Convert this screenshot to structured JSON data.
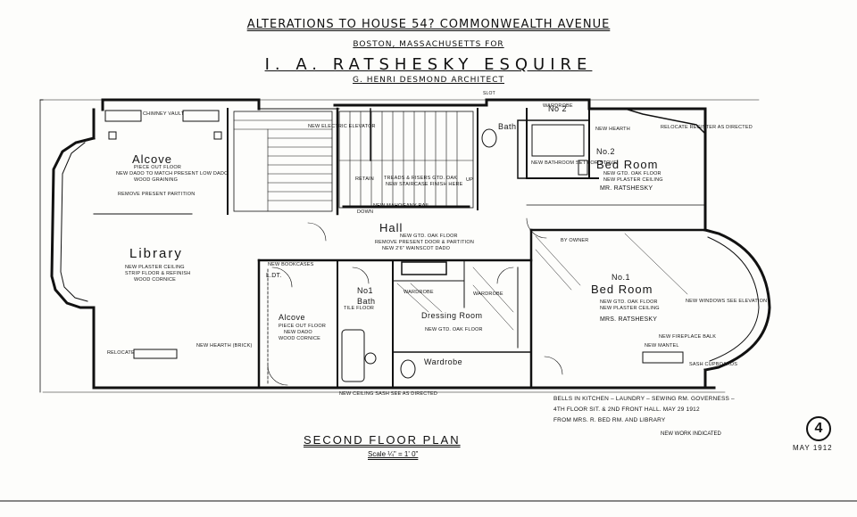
{
  "title": {
    "line1": "Alterations to House 54? Commonwealth Avenue",
    "line2": "Boston, Massachusetts   for",
    "line3": "I. A. Ratshesky Esquire",
    "line4": "G. Henri Desmond Architect"
  },
  "rooms": {
    "alcove_top": "Alcove",
    "library": "Library",
    "hall": "Hall",
    "bath2": "Bath",
    "no2": "No 2",
    "bedroom2_no": "No.2",
    "bedroom2": "Bed Room",
    "bedroom2_owner": "Mr. Ratshesky",
    "bedroom1_no": "No.1",
    "bedroom1": "Bed Room",
    "bedroom1_owner": "Mrs. Ratshesky",
    "bath1_no": "No1",
    "bath1": "Bath",
    "alcove_bottom": "Alcove",
    "dressing": "Dressing Room",
    "wardrobe_bottom": "Wardrobe",
    "wardrobe_left": "Wardrobe",
    "wardrobe_right": "Wardrobe",
    "wardrobe_top": "Wardrobe"
  },
  "annotations": {
    "chimney": "Chimney Vault",
    "new_elevator": "New Electric Elevator",
    "alcove_note1": "Piece out floor",
    "alcove_note2": "New dado to match present low dado",
    "alcove_note3": "Wood graining",
    "remove_partition": "Remove present partition",
    "library_ceiling": "New plaster ceiling",
    "library_floor": "Strip floor & refinish",
    "library_cornice": "Wood cornice",
    "new_stairs": "Treads & risers gtd. oak",
    "new_staircase": "New staircase finish here",
    "mahogany_rail": "New mahogany rail",
    "hall_floor": "New gtd. oak floor",
    "remove_door": "Remove present door & partition",
    "new_wainscot": "New 2'6\" wainscot dado",
    "new_bathroom": "New bathroom set for stove",
    "new_hearth": "New hearth",
    "new_hearth_left": "New hearth (brick)",
    "new_mantel": "New mantel",
    "bedroom2_note1": "New gtd. oak floor",
    "bedroom2_note2": "New plaster ceiling",
    "bedroom1_note1": "New gtd. oak floor",
    "bedroom1_note2": "New plaster ceiling",
    "new_windows": "New windows see elevation",
    "by_owner": "By owner",
    "relocate_left": "Relocate",
    "relocate_right": "Relocate register as directed",
    "alcove2_note1": "Piece out floor",
    "alcove2_note2": "New dado",
    "alcove2_note3": "Wood cornice",
    "dressing_note": "New gtd. oak floor",
    "ceiling_sash": "New ceiling sash see as directed",
    "fireplace_balk": "New fireplace balk",
    "sash_cupboards": "Sash cupboards",
    "down": "Down",
    "up": "Up",
    "retain": "Retain",
    "bath_floor": "Tile floor",
    "new_bookcases": "New bookcases",
    "light": "L.Dt."
  },
  "notes": [
    "Bells in kitchen – laundry – sewing rm. governess –",
    "4th floor sit. & 2nd front hall.  May 29 1912",
    "From Mrs. R. bed rm. and library"
  ],
  "slot_label": "Slot",
  "plan_title": "Second Floor Plan",
  "scale": "Scale ¼\" = 1' 0\"",
  "new_work": "New work indicated",
  "sheet_number": "4",
  "date": "MAY 1912"
}
